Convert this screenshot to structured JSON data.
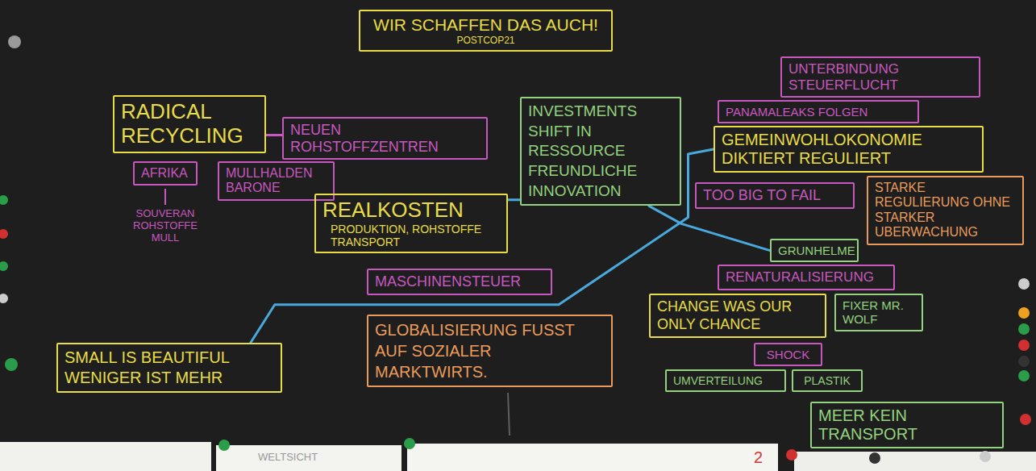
{
  "diagram": {
    "nodes": [
      {
        "text": [
          "WIR SCHAFFEN DAS AUCH!",
          "POSTCOP21"
        ]
      },
      {
        "text": [
          "RADICAL RECYCLING"
        ]
      },
      {
        "text": [
          "NEUEN ROHSTOFFZENTREN"
        ]
      },
      {
        "text": [
          "AFRIKA"
        ]
      },
      {
        "text": [
          "MULLHALDEN BARONE"
        ]
      },
      {
        "text": [
          "REALKOSTEN",
          "PRODUKTION, ROHSTOFFE TRANSPORT"
        ]
      },
      {
        "text": [
          "MASCHINENSTEUER"
        ]
      },
      {
        "text": [
          "INVESTMENTS SHIFT IN RESSOURCE FREUNDLICHE INNOVATION"
        ]
      },
      {
        "text": [
          "UNTERBINDUNG STEUERFLUCHT"
        ]
      },
      {
        "text": [
          "PANAMALEAKS FOLGEN"
        ]
      },
      {
        "text": [
          "GEMEINWOHLOKONOMIE DIKTIERT REGULIERT"
        ]
      },
      {
        "text": [
          "TOO BIG TO FAIL"
        ]
      },
      {
        "text": [
          "STARKE REGULIERUNG OHNE STARKER UBERWACHUNG"
        ]
      },
      {
        "text": [
          "GRUNHELME"
        ]
      },
      {
        "text": [
          "RENATURALISIERUNG"
        ]
      },
      {
        "text": [
          "CHANGE WAS OUR ONLY CHANCE"
        ]
      },
      {
        "text": [
          "FIXER MR. WOLF"
        ]
      },
      {
        "text": [
          "SHOCK"
        ]
      },
      {
        "text": [
          "UMVERTEILUNG"
        ]
      },
      {
        "text": [
          "PLASTIK"
        ]
      },
      {
        "text": [
          "MEER KEIN TRANSPORT"
        ]
      },
      {
        "text": [
          "GLOBALISIERUNG FUSST AUF SOZIALER MARKTWIRTS."
        ]
      },
      {
        "text": [
          "SMALL IS BEAUTIFUL WENIGER IST MEHR"
        ]
      }
    ],
    "edges": [
      {
        "from": 1,
        "to": 2,
        "arrow": "none"
      },
      {
        "from": 5,
        "to": 7,
        "arrow": "none"
      },
      {
        "from": 22,
        "to": 10,
        "arrow": "none"
      },
      {
        "from": 7,
        "to": 13,
        "arrow": "none"
      }
    ],
    "labels": [
      "SOUVERAN ROHSTOFFE MULL",
      "WELTSICHT",
      "2"
    ]
  }
}
